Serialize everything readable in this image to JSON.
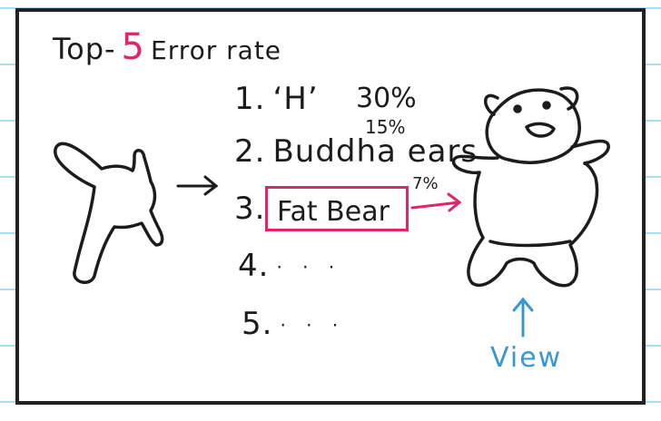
{
  "title": {
    "prefix": "Top-",
    "k": "5",
    "suffix": "Error rate"
  },
  "predictions": [
    {
      "rank": "1.",
      "label": "‘H’",
      "percent": "30%"
    },
    {
      "rank": "2.",
      "label": "Buddha ears",
      "percent": "15%"
    },
    {
      "rank": "3.",
      "label": "Fat Bear",
      "percent": "7%"
    },
    {
      "rank": "4.",
      "label": "· · ·"
    },
    {
      "rank": "5.",
      "label": "· · ·"
    }
  ],
  "view_label": "View",
  "colors": {
    "highlight": "#e0246d",
    "view": "#3798d1",
    "ink": "#1c1c1c",
    "notebook_lines": "#a9ddf6"
  }
}
